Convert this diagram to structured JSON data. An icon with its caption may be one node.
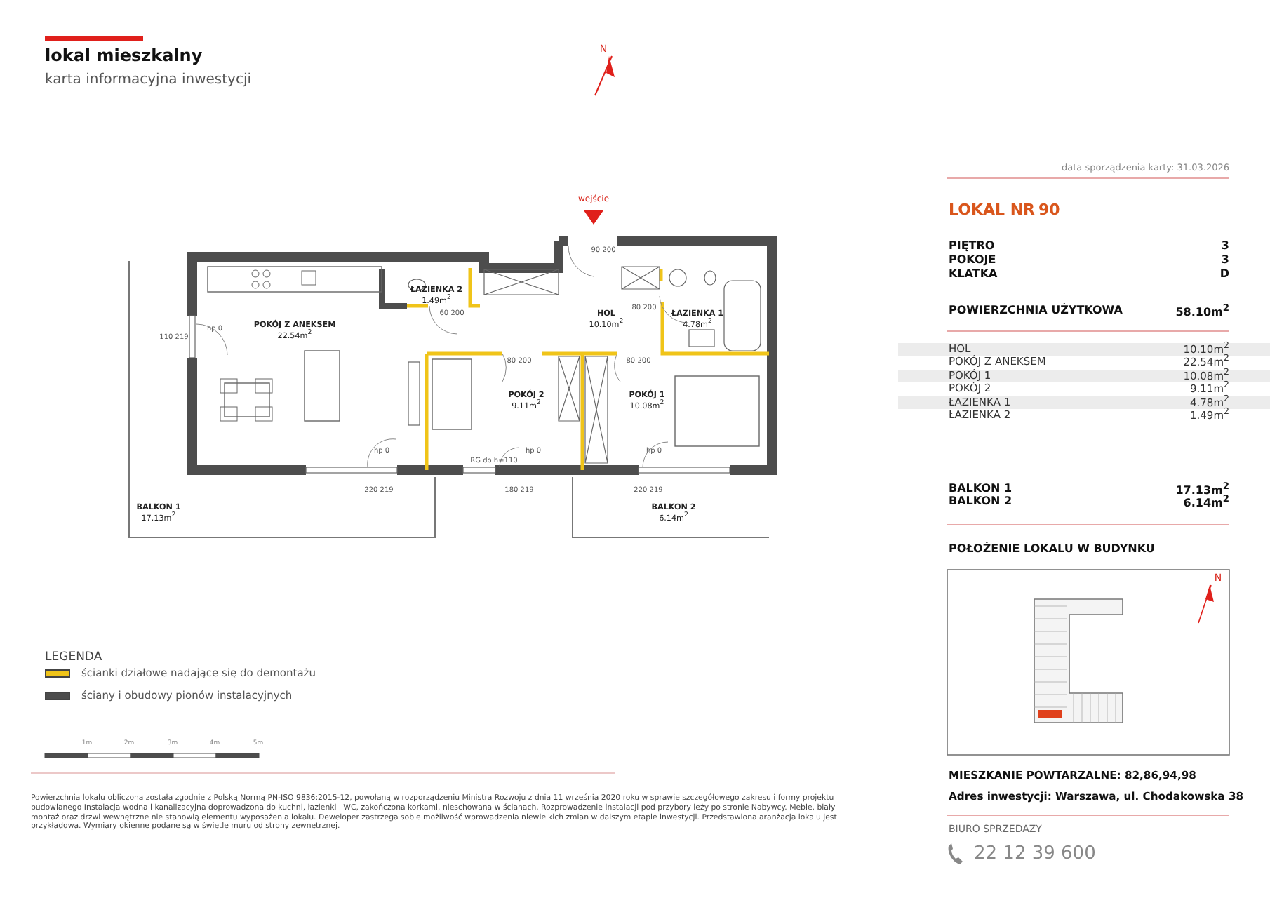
{
  "diagram": {
    "labels": [
      "lokal mieszkalny",
      "karta informacyjna inwestycji",
      "N",
      "wejście",
      "90 200",
      "ŁAZIENKA 2",
      "1.49m$^{2}$",
      "60 200",
      "POKÓJ Z ANEKSEM",
      "22.54m$^{2}$",
      "HOL",
      "10.10m$^{2}$",
      "80 200",
      "ŁAZIENKA 1",
      "4.78m$^{2}$",
      "110 219",
      "hp 0",
      "80 200",
      "80 200",
      "POKÓJ 2",
      "9.11m$^{2}$",
      "POKÓJ 1",
      "10.08m$^{2}$",
      "hp 0",
      "hp 0",
      "RG do h=110",
      "hp 0",
      "220 219",
      "180 219",
      "220 219",
      "BALKON 1",
      "17.13m$^{2}$",
      "BALKON 2",
      "6.14m$^{2}$",
      "data sporządzenia karty: 31.03.2026",
      "LOKAL NR",
      "90",
      "PIĘTRO",
      "3",
      "POKOJE",
      "3",
      "KLATKA",
      "D",
      "POWIERZCHNIA UŻYTKOWA",
      "58.10m$^{2}$",
      "HOL",
      "10.10m$^{2}$",
      "POKÓJ Z ANEKSEM",
      "22.54m$^{2}$",
      "POKÓJ 1",
      "10.08m$^{2}$",
      "POKÓJ 2",
      "9.11m$^{2}$",
      "ŁAZIENKA 1",
      "4.78m$^{2}$",
      "ŁAZIENKA 2",
      "1.49m$^{2}$",
      "BALKON 1",
      "17.13m$^{2}$",
      "BALKON 2",
      "6.14m$^{2}$",
      "POŁOŻENIE LOKALU W BUDYNKU",
      "N",
      "MIESZKANIE POWTARZALNE: 82,86,94,98",
      "Adres inwestycji: Warszawa, ul. Chodakowska 38",
      "BIURO SPRZEDAZY",
      "22 12 39 600",
      "LEGENDA",
      "1m",
      "2m",
      "3m",
      "4m",
      "5m",
      "Powierzchnia lokalu obliczona została zgodnie z Polską Normą PN-ISO 9836:2015-12, powołaną w rozporządzeniu Ministra Rozwoju z dnia 11 września 2020 roku w sprawie szczegółowego zakresu i formy projektu budowlanego Instalacja wodna i kanalizacyjna doprowadzona do kuchni, łazienki i WC, zakończona korkami, nieschowana w ścianach. Rozprowadzenie instalacji pod przybory leży po stronie Nabywcy. Meble, biały montaż oraz drzwi wewnętrzne nie stanowią elementu wyposażenia lokalu. Deweloper zastrzega sobie możliwość wprowadzenia niewielkich zmian w dalszym etapie inwestycji. Przedstawiona aranżacja lokalu jest przykładowa. Wymiary okienne podane są w świetle muru od strony zewnętrznej."
    ],
    "legend": [
      {
        "text": "ścianki działowe nadające się do demontażu",
        "color": "#f0c419"
      },
      {
        "text": "ściany i obudowy pionów instalacyjnych",
        "color": "#4d4d4d"
      }
    ]
  }
}
